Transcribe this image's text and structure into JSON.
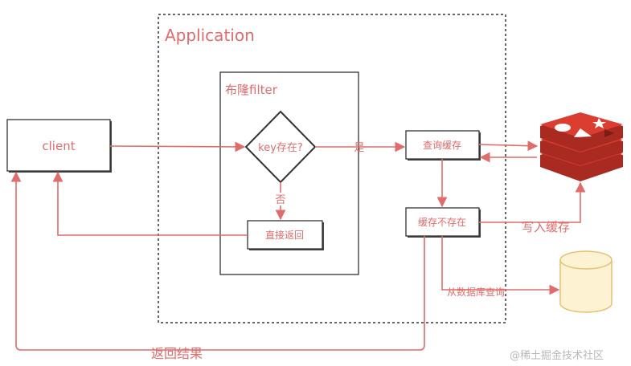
{
  "application_label": "Application",
  "filter_label": "布隆filter",
  "client_label": "client",
  "diamond_label": "key存在?",
  "yes_label": "是",
  "no_label": "否",
  "direct_return_label": "直接返回",
  "query_cache_label": "查询缓存",
  "cache_missing_label": "缓存不存在",
  "write_cache_label": "写入缓存",
  "query_db_label": "从数据库查询",
  "return_result_label": "返回结果",
  "watermark": "@稀土掘金技术社区",
  "colors": {
    "accent": "#e06c6c",
    "redis": "#d43b2f",
    "database_fill": "#fdf3d3",
    "database_stroke": "#e3c173"
  },
  "icons": {
    "cache": "redis-logo-icon",
    "database": "database-cylinder-icon"
  }
}
